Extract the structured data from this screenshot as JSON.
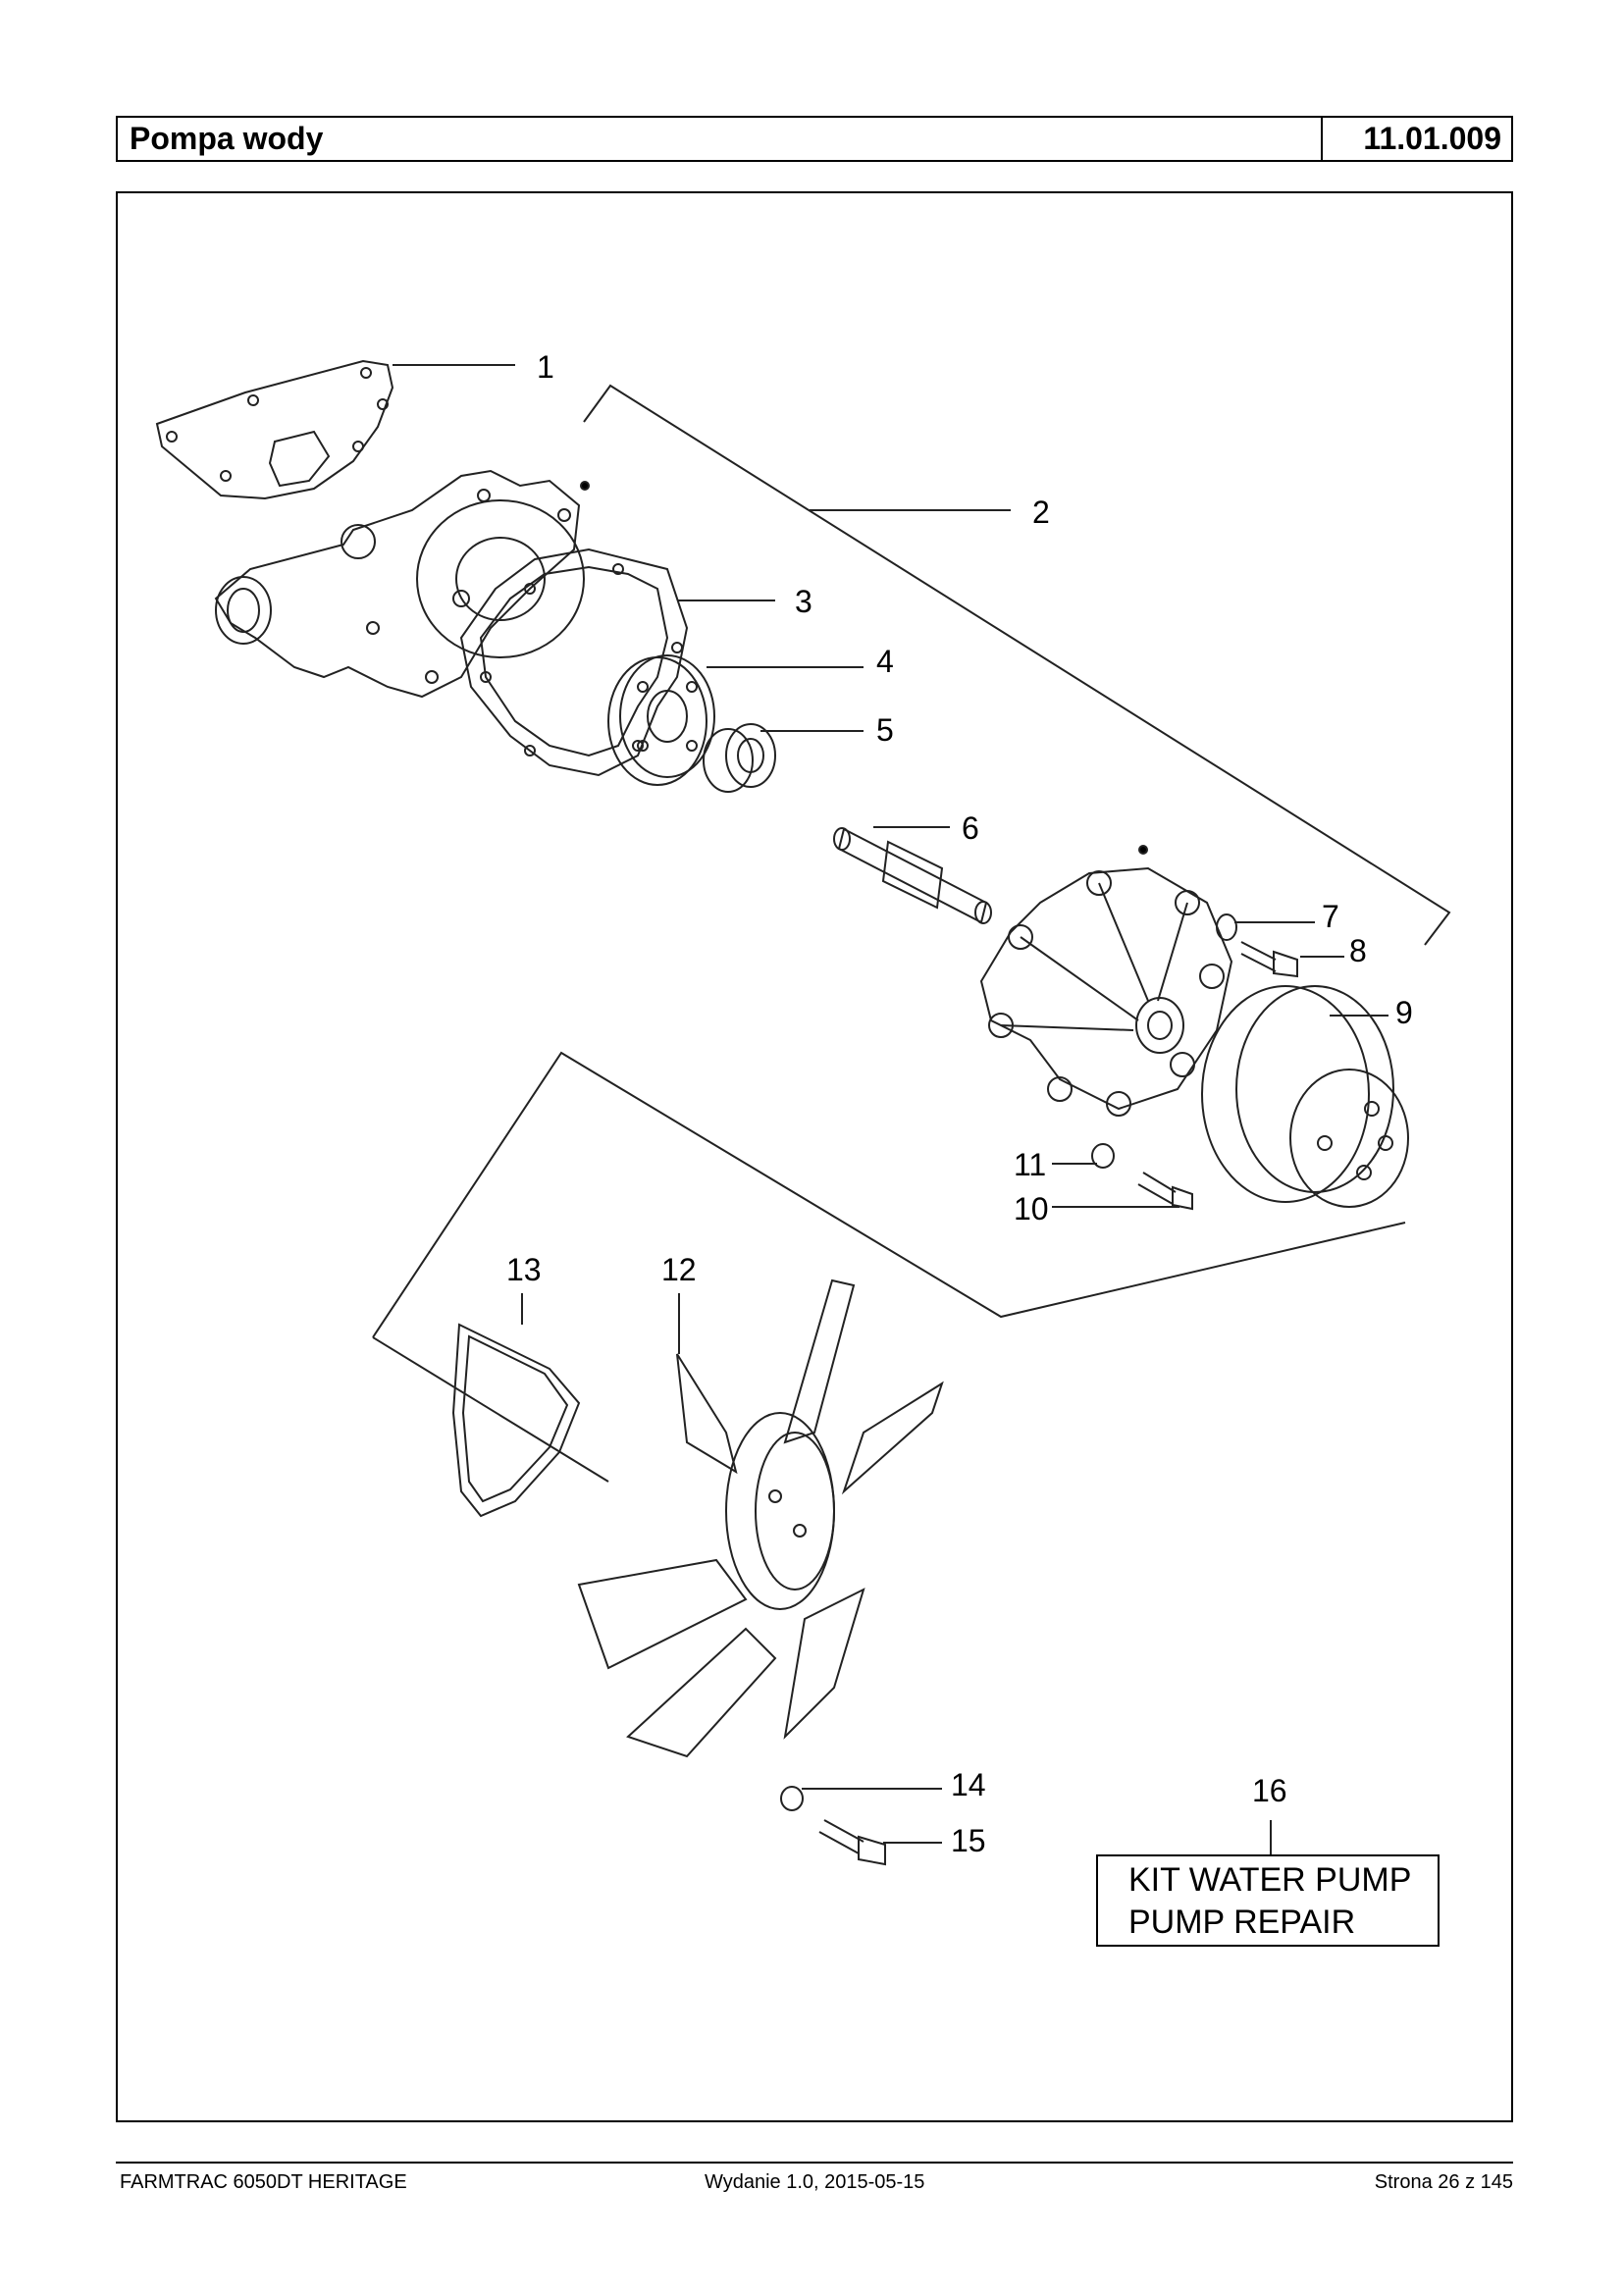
{
  "header": {
    "title": "Pompa wody",
    "code": "11.01.009"
  },
  "callouts": [
    "1",
    "2",
    "3",
    "4",
    "5",
    "6",
    "7",
    "8",
    "9",
    "10",
    "11",
    "12",
    "13",
    "14",
    "15",
    "16"
  ],
  "kit_box": {
    "line1": "KIT WATER PUMP",
    "line2": "PUMP REPAIR"
  },
  "footer": {
    "left": "FARMTRAC 6050DT HERITAGE",
    "center": "Wydanie 1.0,  2015-05-15",
    "right": "Strona 26 z 145"
  }
}
